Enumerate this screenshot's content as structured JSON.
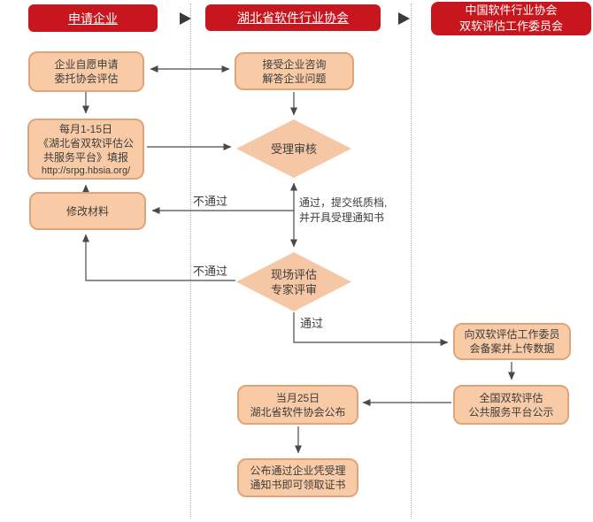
{
  "colors": {
    "header_red": "#c8161e",
    "node_fill": "#f8cba6",
    "node_border": "#dfa47a",
    "arrow": "#4a4a4a",
    "divider_dots": "#b3b3b3",
    "text": "#3c3c3c"
  },
  "lane_headers": {
    "applicant": "申请企业",
    "hubei_association": "湖北省软件行业协会",
    "china_committee_line1": "中国软件行业协会",
    "china_committee_line2": "双软评估工作委员会"
  },
  "nodes": {
    "voluntary_apply": {
      "lines": [
        "企业自愿申请",
        "委托协会评估"
      ]
    },
    "monthly_filing": {
      "lines": [
        "每月1-15日",
        "《湖北省双软评估公",
        "共服务平台》填报",
        "http://srpg.hbsia.org/"
      ]
    },
    "revise_materials": {
      "lines": [
        "修改材料"
      ]
    },
    "accept_consult": {
      "lines": [
        "接受企业咨询",
        "解答企业问题"
      ]
    },
    "acceptance_review": {
      "lines": [
        "受理审核"
      ]
    },
    "onsite_evaluation": {
      "lines": [
        "现场评估",
        "专家评审"
      ]
    },
    "monthly_announce": {
      "lines": [
        "当月25日",
        "湖北省软件协会公布"
      ]
    },
    "certificate_issue": {
      "lines": [
        "公布通过企业凭受理",
        "通知书即可领取证书"
      ]
    },
    "committee_filing": {
      "lines": [
        "向双软评估工作委员",
        "会备案并上传数据"
      ]
    },
    "national_publicity": {
      "lines": [
        "全国双软评估",
        "公共服务平台公示"
      ]
    }
  },
  "edge_labels": {
    "review_fail": "不通过",
    "review_pass_line1": "通过，提交纸质档,",
    "review_pass_line2": "并开具受理通知书",
    "onsite_fail": "不通过",
    "onsite_pass": "通过"
  }
}
